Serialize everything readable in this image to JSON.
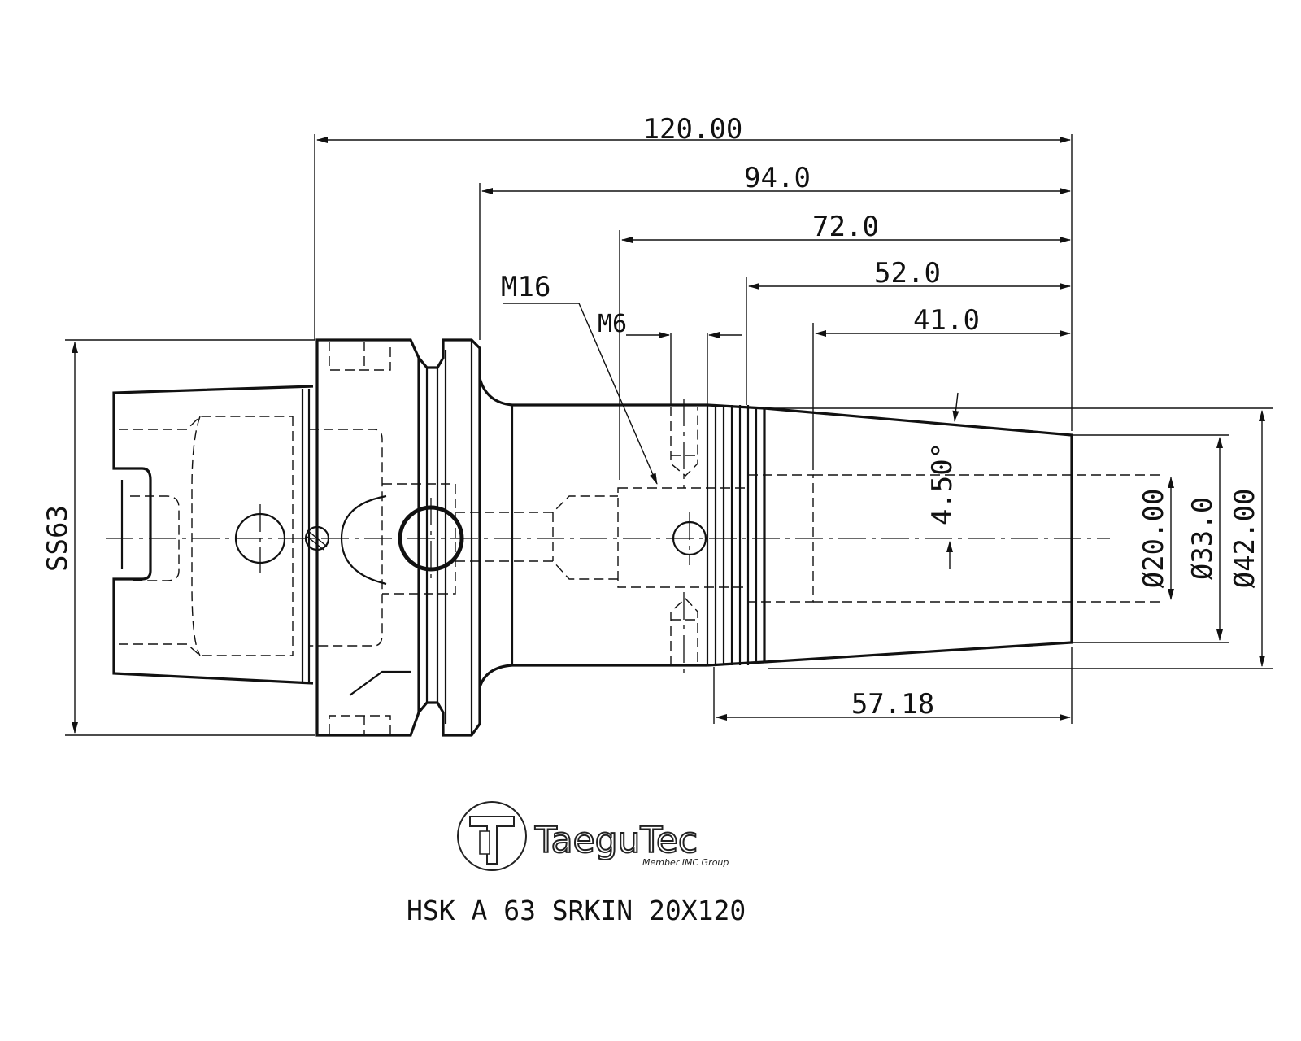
{
  "dimensions": {
    "overall_length": "120.00",
    "length_94": "94.0",
    "length_72": "72.0",
    "length_52": "52.0",
    "length_41": "41.0",
    "thread_length": "57.18",
    "taper_angle": "4.50°",
    "bore_diameter": "Ø20.00",
    "nose_diameter": "Ø33.0",
    "body_diameter": "Ø42.00",
    "shank": "SS63"
  },
  "callouts": {
    "thread_main": "M16",
    "thread_small": "M6"
  },
  "logo": {
    "brand": "TaeguTec",
    "tagline": "Member IMC Group"
  },
  "part_number": "HSK A 63 SRKIN 20X120"
}
